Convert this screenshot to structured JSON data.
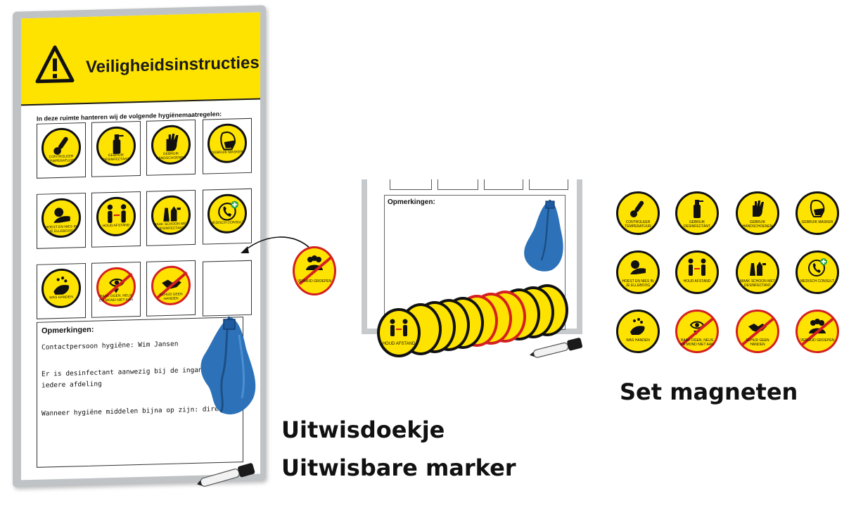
{
  "board": {
    "title": "Veiligheidsinstructies",
    "intro": "In deze ruimte hanteren wij de volgende hygiënemaatregelen:",
    "tiles": [
      {
        "label": "CONTROLEER TEMPERATUUR",
        "icon": "thermometer-icon"
      },
      {
        "label": "GEBRUIK DESINFECTANT",
        "icon": "spray-bottle-icon"
      },
      {
        "label": "GEBRUIK HANDSCHOENEN",
        "icon": "glove-icon"
      },
      {
        "label": "GEBRUIK MASKER",
        "icon": "face-mask-icon"
      },
      {
        "label": "HOEST EN NIES IN JE ELLEBOOG",
        "icon": "cough-elbow-icon"
      },
      {
        "label": "HOUD AFSTAND",
        "icon": "distance-icon"
      },
      {
        "label": "MAAK SCHOON MET DESINFECTANT",
        "icon": "cleaning-icon"
      },
      {
        "label": "MEDISCH CONSULT",
        "icon": "medical-phone-icon"
      },
      {
        "label": "WAS HANDEN",
        "icon": "hand-wash-icon"
      },
      {
        "label": "RAAK OGEN, NEUS EN MOND NIET AAN",
        "icon": "no-face-touch-icon"
      },
      {
        "label": "SCHUD GEEN HANDEN",
        "icon": "no-handshake-icon"
      }
    ],
    "notes_title": "Opmerkingen:",
    "notes": [
      "Contactpersoon hygiëne: Wim Jansen",
      "Er is desinfectant aanwezig bij de ingangen en op",
      "iedere afdeling",
      "Wanneer hygiëne middelen bijna op zijn: direct bij"
    ]
  },
  "loose_magnet": {
    "label": "VERMIJD GROEPEN",
    "icon": "no-groups-icon"
  },
  "middle": {
    "notes_title": "Opmerkingen:",
    "front_label": "HOUD AFSTAND"
  },
  "magnets": [
    {
      "label": "CONTROLEER TEMPERATUUR",
      "icon": "thermometer-icon"
    },
    {
      "label": "GEBRUIK DESINFECTANT",
      "icon": "spray-bottle-icon"
    },
    {
      "label": "GEBRUIK HANDSCHOENEN",
      "icon": "glove-icon"
    },
    {
      "label": "GEBRUIK MASKER",
      "icon": "face-mask-icon"
    },
    {
      "label": "HOEST EN NIES IN JE ELLEBOOG",
      "icon": "cough-elbow-icon"
    },
    {
      "label": "HOUD AFSTAND",
      "icon": "distance-icon"
    },
    {
      "label": "MAAK SCHOON MET DESINFECTANT",
      "icon": "cleaning-icon"
    },
    {
      "label": "MEDISCH CONSULT",
      "icon": "medical-phone-icon"
    },
    {
      "label": "WAS HANDEN",
      "icon": "hand-wash-icon"
    },
    {
      "label": "RAAK OGEN, NEUS EN MOND NIET AAN",
      "icon": "no-face-touch-icon"
    },
    {
      "label": "SCHUD GEEN HANDEN",
      "icon": "no-handshake-icon"
    },
    {
      "label": "VERMIJD GROEPEN",
      "icon": "no-groups-icon"
    }
  ],
  "captions": {
    "magnets": "Set magneten",
    "cloth": "Uitwisdoekje",
    "marker": "Uitwisbare marker"
  },
  "colors": {
    "sign_yellow": "#ffe300",
    "prohibition_red": "#d42020",
    "cloth_blue": "#2d72b8"
  }
}
